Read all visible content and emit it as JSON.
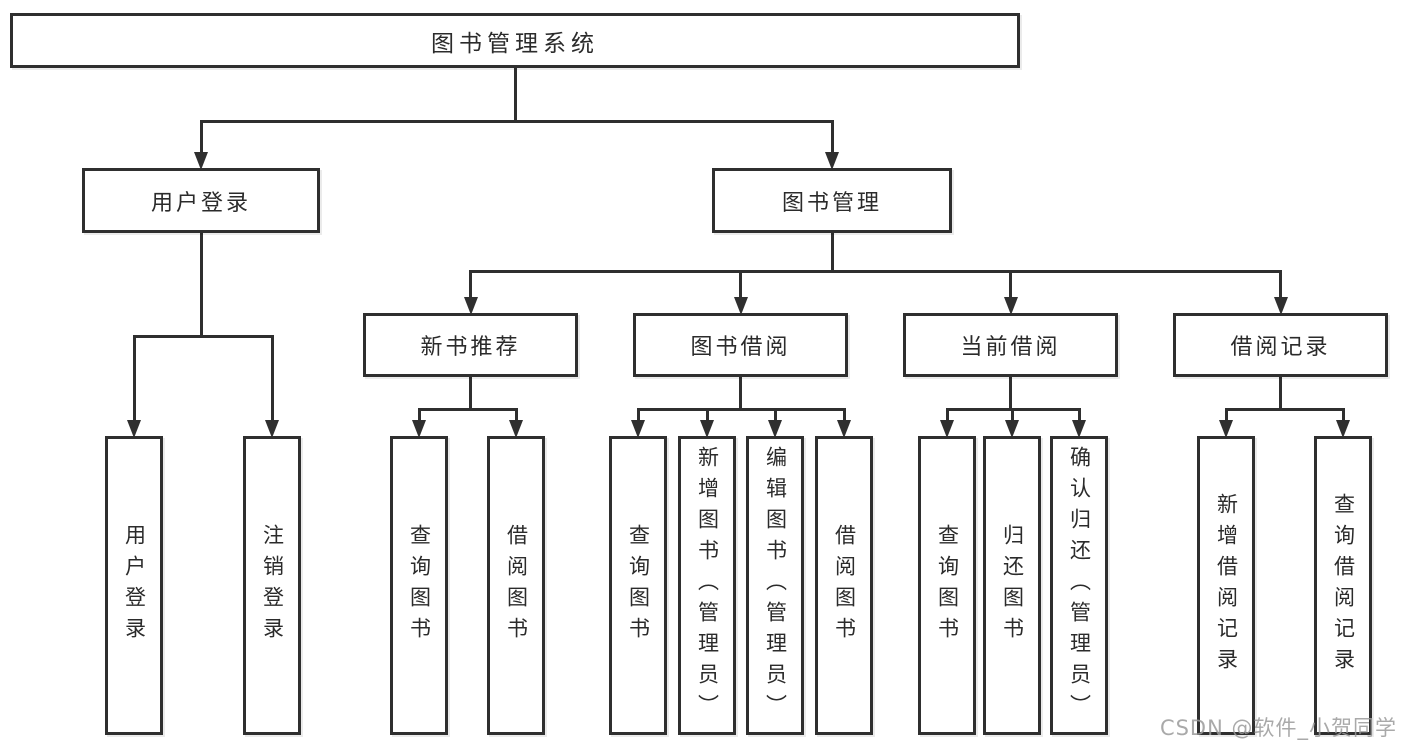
{
  "diagram": {
    "root": {
      "label": "图书管理系统"
    },
    "level2": [
      {
        "label": "用户登录"
      },
      {
        "label": "图书管理"
      }
    ],
    "level3": [
      {
        "label": "新书推荐"
      },
      {
        "label": "图书借阅"
      },
      {
        "label": "当前借阅"
      },
      {
        "label": "借阅记录"
      }
    ],
    "leaves": {
      "user_login": [
        "用户登录",
        "注销登录"
      ],
      "new_book": [
        "查询图书",
        "借阅图书"
      ],
      "borrow": [
        "查询图书",
        "新增图书（管理员）",
        "编辑图书（管理员）",
        "借阅图书"
      ],
      "current": [
        "查询图书",
        "归还图书",
        "确认归还（管理员）"
      ],
      "records": [
        "新增借阅记录",
        "查询借阅记录"
      ]
    }
  },
  "watermark": {
    "text": "CSDN @软件_小贺同学",
    "color": "#9b9b9b"
  },
  "colors": {
    "line": "#2f2f2f",
    "text": "#2b2b2b",
    "background": "#ffffff"
  }
}
